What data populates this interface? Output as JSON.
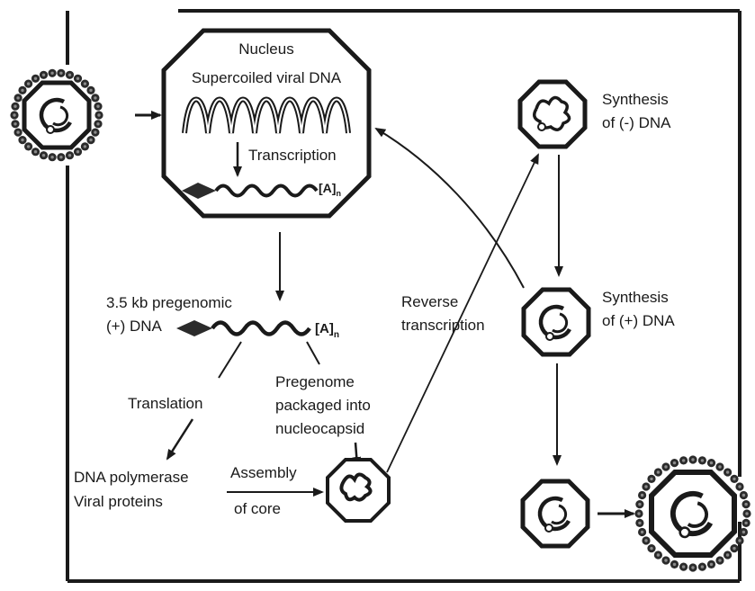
{
  "nucleus": {
    "title": "Nucleus",
    "dna_label": "Supercoiled viral DNA",
    "step_label": "Transcription",
    "poly_a": "[A]",
    "poly_a_sub": "n"
  },
  "pregenome": {
    "line1": "3.5 kb pregenomic",
    "line2": "(+) DNA",
    "poly_a": "[A]",
    "poly_a_sub": "n"
  },
  "translation_label": "Translation",
  "packaging": {
    "line1": "Pregenome",
    "line2": "packaged into",
    "line3": "nucleocapsid"
  },
  "products": {
    "line1": "DNA polymerase",
    "line2": "Viral proteins"
  },
  "assembly": {
    "line1": "Assembly",
    "line2": "of core"
  },
  "reverse_transcription": {
    "line1": "Reverse",
    "line2": "transcription"
  },
  "minus_synthesis": {
    "line1": "Synthesis",
    "line2": "of (-) DNA"
  },
  "plus_synthesis": {
    "line1": "Synthesis",
    "line2": "of (+) DNA"
  }
}
